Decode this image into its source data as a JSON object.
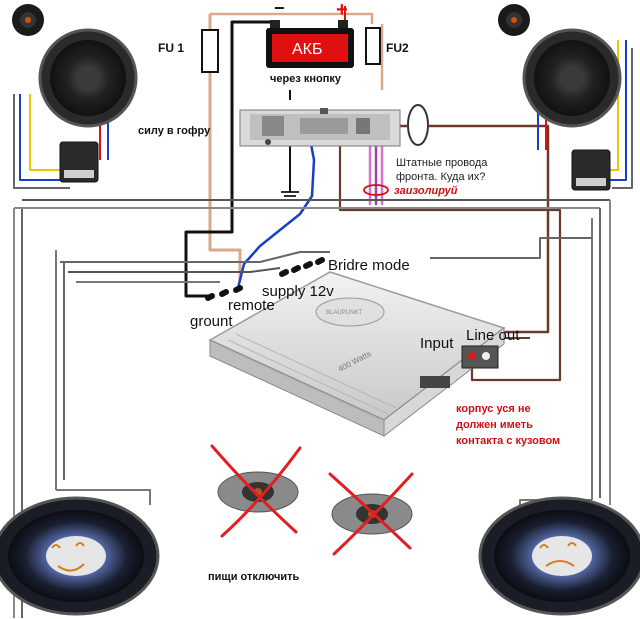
{
  "labels": {
    "fu1": "FU 1",
    "fu2": "FU2",
    "battery": "АКБ",
    "minus": "−",
    "plus": "+",
    "via_button": "через кнопку",
    "power_conduit": "силу в гофру",
    "stock_wires": "Штатные провода",
    "stock_wires_2": "фронта. Куда их?",
    "insulate": "заизолируй",
    "bridge_mode": "Bridre mode",
    "supply": "supply 12v",
    "remote": "remote",
    "ground": "grount",
    "input": "Input",
    "line_out": "Line out",
    "case_1": "корпус уся не",
    "case_2": "должен иметь",
    "case_3": "контакта с кузовом",
    "tweeters_off": "пищи отключить",
    "amp_power": "400 Watts",
    "amp_brand": "BLAUPUNKT"
  },
  "colors": {
    "battery": "#e01010",
    "note_red": "#d01010",
    "cross": "#e02020",
    "remote_wire": "#1a3ec8",
    "power_wire": "#d9a98a",
    "pink_wire": "#e070d0",
    "brown_wire": "#6b3a2a",
    "yellow_wire": "#e8c800"
  }
}
